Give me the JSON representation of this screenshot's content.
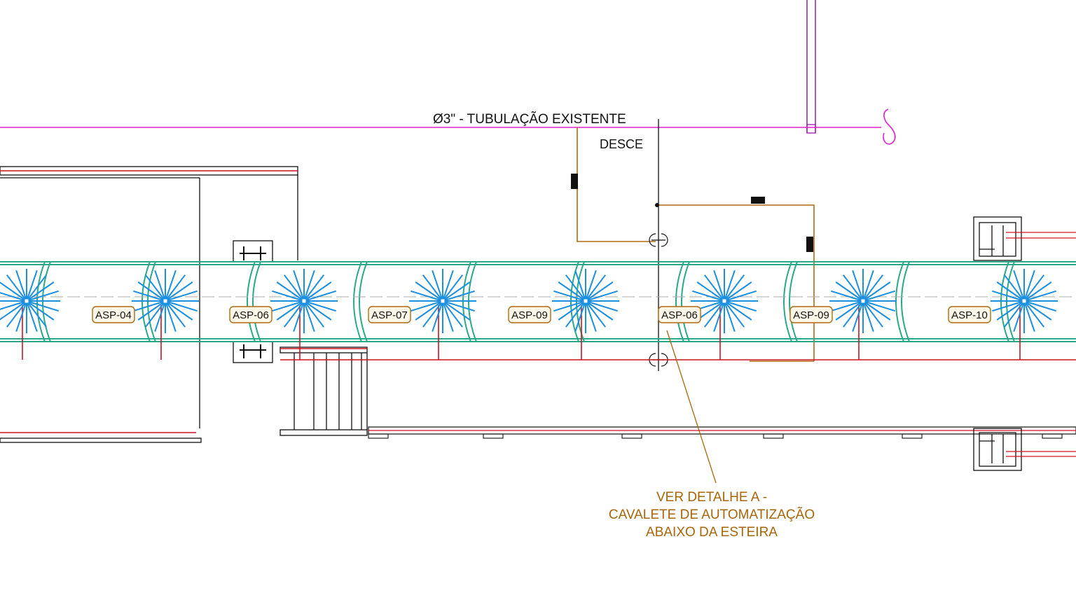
{
  "pipe_label": "Ø3\" - TUBULAÇÃO EXISTENTE",
  "desce_label": "DESCE",
  "note_lines": [
    "VER DETALHE A -",
    "CAVALETE DE AUTOMATIZAÇÃO",
    "ABAIXO DA ESTEIRA"
  ],
  "nozzle_tags": [
    "ASP-04",
    "ASP-06",
    "ASP-07",
    "ASP-09",
    "ASP-06",
    "ASP-09",
    "ASP-10"
  ],
  "colors": {
    "magenta_pipe": "#e020d0",
    "purple_pipe": "#9a18b0",
    "teal_conveyor": "#2aa98a",
    "blue_spray": "#1b8fe0",
    "red_line": "#d01020",
    "brown_pipe": "#b06a10",
    "note_text": "#a8650a",
    "black": "#111111"
  }
}
